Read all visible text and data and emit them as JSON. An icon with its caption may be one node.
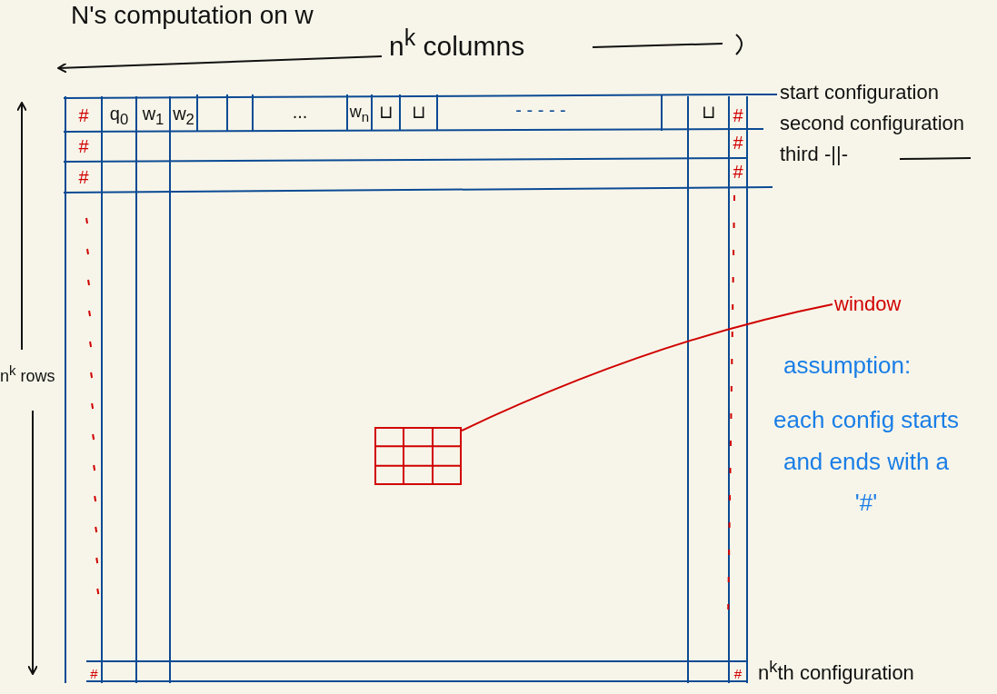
{
  "diagram": {
    "title": "N's computation on w",
    "nodes": [
      {
        "text": [
          "window"
        ]
      },
      {
        "text": [],
        "shape": "box"
      }
    ],
    "edges": [
      {
        "from": 0,
        "to": 1,
        "arrow": "none",
        "color": "#d00000"
      }
    ],
    "labels": [
      "n$^{k}$ columns",
      "#",
      "q$_{0}$",
      "w$_{1}$",
      "w$_{2}$",
      "...",
      "w$_{n}$",
      "⊔",
      "⊔",
      "- - - - -",
      "⊔",
      "#",
      "start configuration",
      "#",
      "#",
      "second configuration",
      "#",
      "#",
      "third -||-",
      "n$^{k}$ rows",
      "#",
      "#",
      "n$^{k}$th configuration",
      "assumption:",
      "each config starts and ends with a '#'"
    ]
  }
}
